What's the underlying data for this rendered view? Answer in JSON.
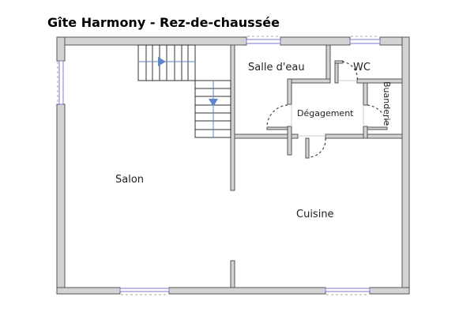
{
  "title": "Gîte Harmony - Rez-de-chaussée",
  "rooms": [
    {
      "id": "salon",
      "label": "Salon"
    },
    {
      "id": "cuisine",
      "label": "Cuisine"
    },
    {
      "id": "salle_d_eau",
      "label": "Salle d'eau"
    },
    {
      "id": "wc",
      "label": "WC"
    },
    {
      "id": "degagement",
      "label": "Dégagement"
    },
    {
      "id": "buanderie",
      "label": "Buanderie"
    }
  ],
  "stairs": [
    {
      "direction": "right"
    },
    {
      "direction": "down"
    }
  ],
  "colors": {
    "wall_fill": "#d3d3d3",
    "wall_stroke": "#555555",
    "window": "#7b7bcf",
    "stair_arrow": "#5b86c8"
  }
}
